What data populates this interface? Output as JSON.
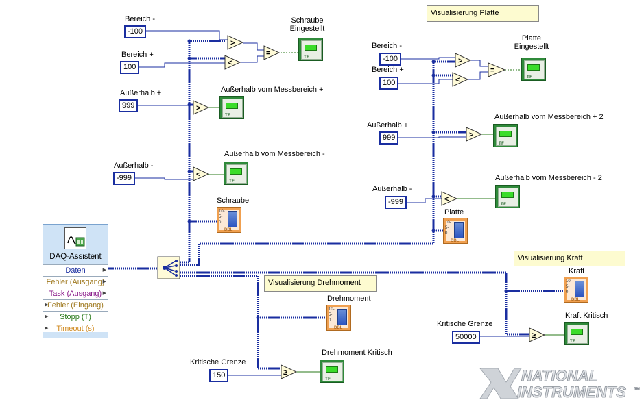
{
  "notes": {
    "platte": "Visualisierung Platte",
    "kraft": "Visualisierung Kraft",
    "drehmoment": "Visualisierung Drehmoment"
  },
  "schraube": {
    "bereich_minus_label": "Bereich -",
    "bereich_minus_value": "-100",
    "bereich_plus_label": "Bereich +",
    "bereich_plus_value": "100",
    "ausserhalb_plus_label": "Außerhalb +",
    "ausserhalb_plus_value": "999",
    "ausserhalb_minus_label": "Außerhalb -",
    "ausserhalb_minus_value": "-999",
    "eingestellt_label": "Schraube\nEingestellt",
    "eingestellt_line1": "Schraube",
    "eingestellt_line2": "Eingestellt",
    "messbereich_plus": "Außerhalb vom Messbereich +",
    "messbereich_minus": "Außerhalb vom Messbereich -",
    "indicator": "Schraube"
  },
  "platte": {
    "bereich_minus_label": "Bereich -",
    "bereich_minus_value": "-100",
    "bereich_plus_label": "Bereich +",
    "bereich_plus_value": "100",
    "ausserhalb_plus_label": "Außerhalb +",
    "ausserhalb_plus_value": "999",
    "ausserhalb_minus_label": "Außerhalb -",
    "ausserhalb_minus_value": "-999",
    "eingestellt_line1": "Platte",
    "eingestellt_line2": "Eingestellt",
    "messbereich_plus": "Außerhalb vom Messbereich + 2",
    "messbereich_minus": "Außerhalb vom Messbereich - 2",
    "indicator": "Platte"
  },
  "kraft": {
    "indicator": "Kraft",
    "kritisch": "Kraft Kritisch",
    "grenze_label": "Kritische Grenze",
    "grenze_value": "50000"
  },
  "drehmoment": {
    "indicator": "Drehmoment",
    "kritisch": "Drehmoment Kritisch",
    "grenze_label": "Kritische Grenze",
    "grenze_value": "150"
  },
  "daq": {
    "title": "DAQ-Assistent",
    "terminals": [
      {
        "label": "Daten",
        "color": "#1a2ea0"
      },
      {
        "label": "Fehler (Ausgang)",
        "color": "#a07a20"
      },
      {
        "label": "Task (Ausgang)",
        "color": "#8a1a8a"
      },
      {
        "label": "Fehler (Eingang)",
        "color": "#a07a20"
      },
      {
        "label": "Stopp (T)",
        "color": "#2a7a1a"
      },
      {
        "label": "Timeout (s)",
        "color": "#d08a20"
      }
    ]
  },
  "indicator_texts": {
    "tf": "TF",
    "dbl": "DBL",
    "scale": "10-\n5-\n0"
  },
  "comparators": {
    "gt": ">",
    "lt": "<",
    "eq": "=",
    "ge": "≥"
  },
  "logo": {
    "line1": "NATIONAL",
    "line2": "INSTRUMENTS",
    "tm": "™"
  },
  "colors": {
    "wire": "#1a2ea0",
    "bool_wire": "#2a7a1a",
    "accent_note": "#fdfbd0"
  }
}
